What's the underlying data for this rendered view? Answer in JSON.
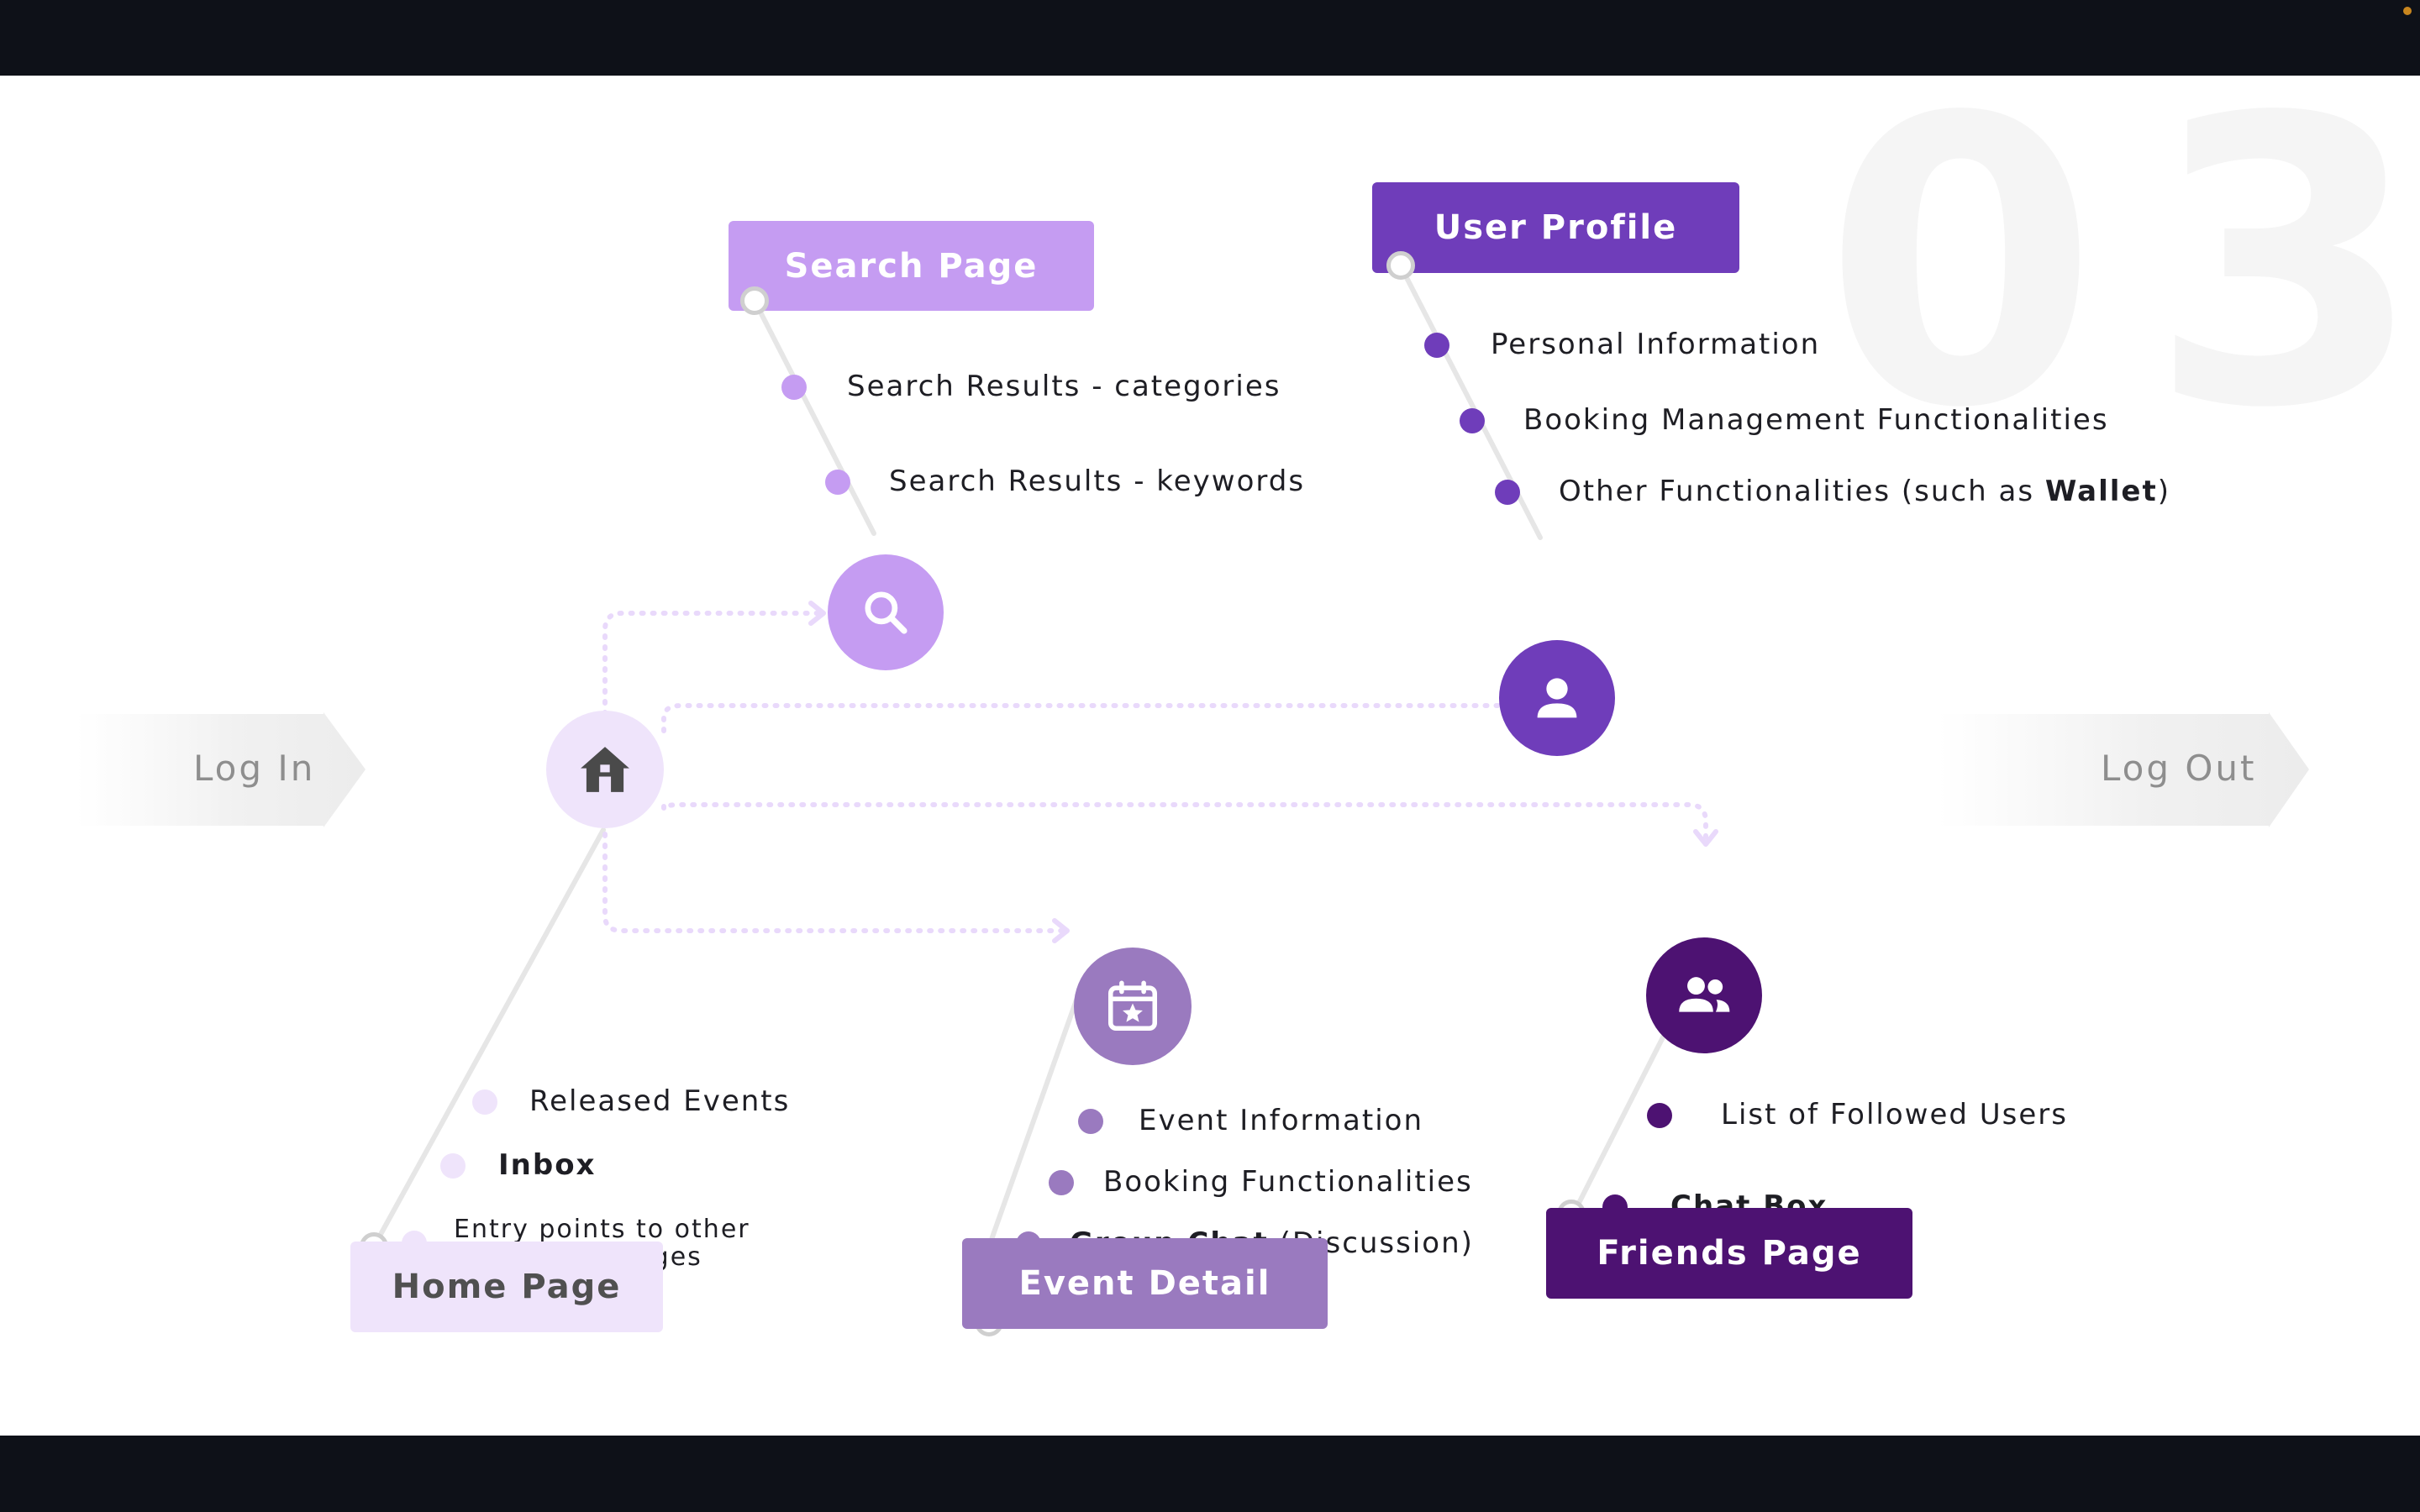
{
  "slide_number": "03",
  "login": {
    "label": "Log In"
  },
  "logout": {
    "label": "Log Out"
  },
  "home": {
    "title": "Home Page",
    "items": [
      "Released Events",
      "Inbox",
      "Entry points to other subdivided pages"
    ],
    "color": "#efe4fb",
    "icon": "home-icon"
  },
  "search": {
    "title": "Search Page",
    "items": [
      "Search Results - categories",
      "Search Results - keywords"
    ],
    "color": "#c59cf2",
    "icon": "search-icon"
  },
  "profile": {
    "title": "User Profile",
    "items": [
      "Personal Information",
      "Booking Management Functionalities"
    ],
    "other_prefix": "Other Functionalities (such as ",
    "other_bold": "Wallet",
    "other_suffix": ")",
    "color": "#6f3dba",
    "icon": "user-icon"
  },
  "event": {
    "title": "Event Detail",
    "items": [
      "Event Information",
      "Booking Functionalities"
    ],
    "group_bold": "Group Chat",
    "group_rest": " (Discussion)",
    "color": "#9a7abf",
    "icon": "calendar-star-icon"
  },
  "friends": {
    "title": "Friends Page",
    "items": [
      "List of Followed Users",
      "Chat Box"
    ],
    "color": "#4d1272",
    "icon": "group-icon"
  }
}
